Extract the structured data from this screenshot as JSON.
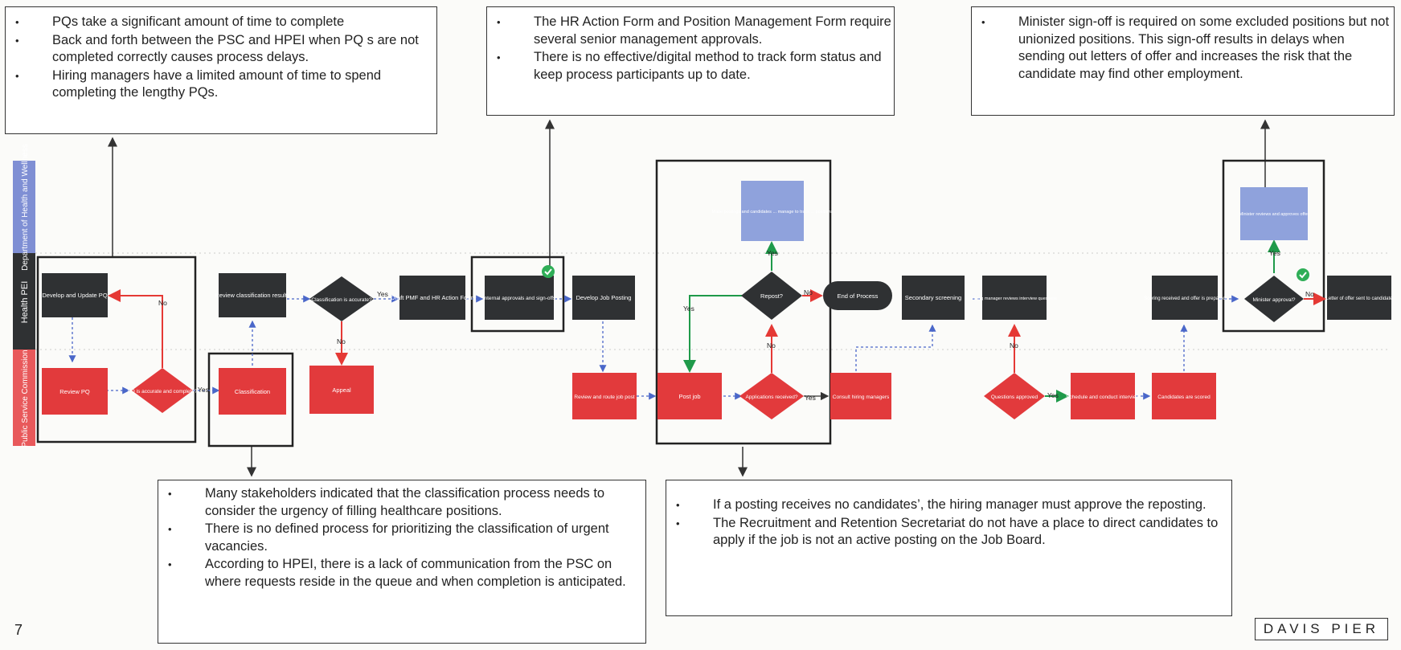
{
  "callouts": [
    {
      "id": "top-left",
      "lines": [
        "PQs take a significant amount of time to complete",
        "Back and forth between the PSC and HPEI when PQ s are not completed correctly causes process delays.",
        "Hiring managers have a limited amount of time to spend completing the lengthy PQs."
      ]
    },
    {
      "id": "top-middle",
      "lines": [
        "The HR Action Form and Position Management Form require several senior management approvals.",
        "There is no effective/digital method to track form status and keep process participants up to date."
      ]
    },
    {
      "id": "top-right",
      "lines": [
        "Minister sign-off is required on some excluded positions but not unionized positions. This sign-off results in delays when sending out letters of offer and increases the risk that the candidate may find other employment."
      ]
    },
    {
      "id": "bottom-left",
      "lines": [
        "Many stakeholders indicated that the classification process needs to consider the urgency of filling healthcare positions.",
        "There is no defined process for prioritizing the classification of urgent vacancies.",
        "According to HPEI, there is a lack of communication from the PSC on where requests reside in the queue and when completion is anticipated."
      ]
    },
    {
      "id": "bottom-right",
      "lines": [
        "If a posting receives no candidates’, the hiring manager must approve the reposting.",
        "The  Recruitment and Retention Secretariat do not have a place to direct candidates to apply if the job is not an active posting on the Job Board."
      ]
    }
  ],
  "lanes": [
    "Department of Health and Wellness",
    "Health PEI",
    "Public Service Commission"
  ],
  "nodes": [
    {
      "id": "n1",
      "label": "Develop and Update PQ"
    },
    {
      "id": "n2",
      "label": "Review PQ"
    },
    {
      "id": "n3",
      "label": "PQ is accurate and complete?"
    },
    {
      "id": "n4",
      "label": "Review classification results"
    },
    {
      "id": "n5",
      "label": "Classification"
    },
    {
      "id": "n6",
      "label": "Classification is accurate?"
    },
    {
      "id": "n7",
      "label": "Appeal"
    },
    {
      "id": "n8",
      "label": "Draft PMF and HR Action Form"
    },
    {
      "id": "n9",
      "label": "Internal approvals and sign-offs"
    },
    {
      "id": "n10",
      "label": "Develop Job Posting"
    },
    {
      "id": "n11",
      "label": "Review and route job post"
    },
    {
      "id": "n12",
      "label": "Post job"
    },
    {
      "id": "n13",
      "label": "Applications received?"
    },
    {
      "id": "n14",
      "label": "Repost?"
    },
    {
      "id": "n15",
      "label": "Make postings and candidates ... manage to track ... positions"
    },
    {
      "id": "n16",
      "label": "End of Process"
    },
    {
      "id": "n17",
      "label": "Consult hiring managers"
    },
    {
      "id": "n18",
      "label": "Secondary screening"
    },
    {
      "id": "n19",
      "label": "Hiring manager reviews interview questions"
    },
    {
      "id": "n20",
      "label": "Questions approved"
    },
    {
      "id": "n21",
      "label": "Schedule and conduct interview"
    },
    {
      "id": "n22",
      "label": "Candidates are scored"
    },
    {
      "id": "n23",
      "label": "Scoring received and offer is prepared"
    },
    {
      "id": "n24",
      "label": "Minister approval?"
    },
    {
      "id": "n25",
      "label": "Minister reviews and approves offer"
    },
    {
      "id": "n26",
      "label": "Letter of offer sent to candidate"
    }
  ],
  "edge_labels": {
    "yes": "Yes",
    "no": "No"
  },
  "page_number": "7",
  "brand": "DAVIS PIER",
  "colors": {
    "dark": "#2f3133",
    "red": "#e23a3c",
    "blue": "#8fa2dc",
    "green": "#1f9a4a",
    "alert_red": "#e53935",
    "lane_blue": "#7f8fd4"
  }
}
